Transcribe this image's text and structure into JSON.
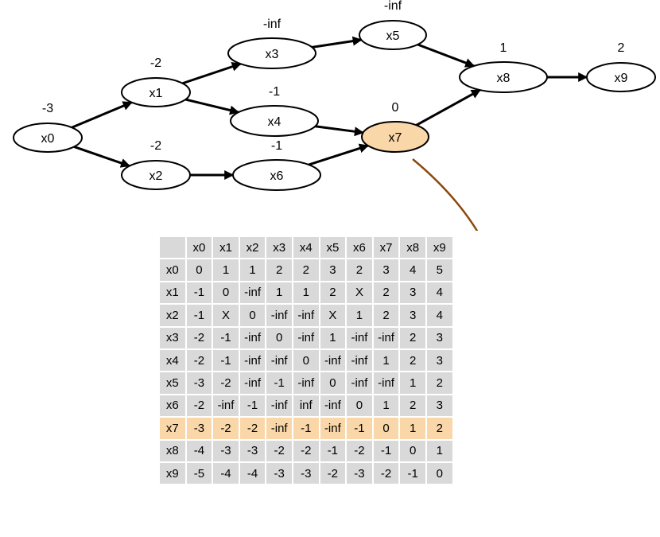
{
  "nodes": [
    {
      "id": "x0",
      "label": "x0",
      "value": "-3",
      "highlight": false
    },
    {
      "id": "x1",
      "label": "x1",
      "value": "-2",
      "highlight": false
    },
    {
      "id": "x2",
      "label": "x2",
      "value": "-2",
      "highlight": false
    },
    {
      "id": "x3",
      "label": "x3",
      "value": "-inf",
      "highlight": false
    },
    {
      "id": "x4",
      "label": "x4",
      "value": "-1",
      "highlight": false
    },
    {
      "id": "x5",
      "label": "x5",
      "value": "-inf",
      "highlight": false
    },
    {
      "id": "x6",
      "label": "x6",
      "value": "-1",
      "highlight": false
    },
    {
      "id": "x7",
      "label": "x7",
      "value": "0",
      "highlight": true
    },
    {
      "id": "x8",
      "label": "x8",
      "value": "1",
      "highlight": false
    },
    {
      "id": "x9",
      "label": "x9",
      "value": "2",
      "highlight": false
    }
  ],
  "edges": [
    [
      "x0",
      "x1"
    ],
    [
      "x0",
      "x2"
    ],
    [
      "x1",
      "x3"
    ],
    [
      "x1",
      "x4"
    ],
    [
      "x2",
      "x6"
    ],
    [
      "x3",
      "x5"
    ],
    [
      "x4",
      "x7"
    ],
    [
      "x6",
      "x7"
    ],
    [
      "x5",
      "x8"
    ],
    [
      "x7",
      "x8"
    ],
    [
      "x8",
      "x9"
    ]
  ],
  "colors": {
    "highlight": "#fad7a8",
    "table_cell": "#d9d9d9",
    "pointer_arrow": "#8b4a0e"
  },
  "matrix": {
    "columns": [
      "x0",
      "x1",
      "x2",
      "x3",
      "x4",
      "x5",
      "x6",
      "x7",
      "x8",
      "x9"
    ],
    "highlight_row": "x7",
    "rows": [
      {
        "label": "x0",
        "cells": [
          "0",
          "1",
          "1",
          "2",
          "2",
          "3",
          "2",
          "3",
          "4",
          "5"
        ]
      },
      {
        "label": "x1",
        "cells": [
          "-1",
          "0",
          "-inf",
          "1",
          "1",
          "2",
          "X",
          "2",
          "3",
          "4"
        ]
      },
      {
        "label": "x2",
        "cells": [
          "-1",
          "X",
          "0",
          "-inf",
          "-inf",
          "X",
          "1",
          "2",
          "3",
          "4"
        ]
      },
      {
        "label": "x3",
        "cells": [
          "-2",
          "-1",
          "-inf",
          "0",
          "-inf",
          "1",
          "-inf",
          "-inf",
          "2",
          "3"
        ]
      },
      {
        "label": "x4",
        "cells": [
          "-2",
          "-1",
          "-inf",
          "-inf",
          "0",
          "-inf",
          "-inf",
          "1",
          "2",
          "3"
        ]
      },
      {
        "label": "x5",
        "cells": [
          "-3",
          "-2",
          "-inf",
          "-1",
          "-inf",
          "0",
          "-inf",
          "-inf",
          "1",
          "2"
        ]
      },
      {
        "label": "x6",
        "cells": [
          "-2",
          "-inf",
          "-1",
          "-inf",
          "inf",
          "-inf",
          "0",
          "1",
          "2",
          "3"
        ]
      },
      {
        "label": "x7",
        "cells": [
          "-3",
          "-2",
          "-2",
          "-inf",
          "-1",
          "-inf",
          "-1",
          "0",
          "1",
          "2"
        ]
      },
      {
        "label": "x8",
        "cells": [
          "-4",
          "-3",
          "-3",
          "-2",
          "-2",
          "-1",
          "-2",
          "-1",
          "0",
          "1"
        ]
      },
      {
        "label": "x9",
        "cells": [
          "-5",
          "-4",
          "-4",
          "-3",
          "-3",
          "-2",
          "-3",
          "-2",
          "-1",
          "0"
        ]
      }
    ]
  }
}
